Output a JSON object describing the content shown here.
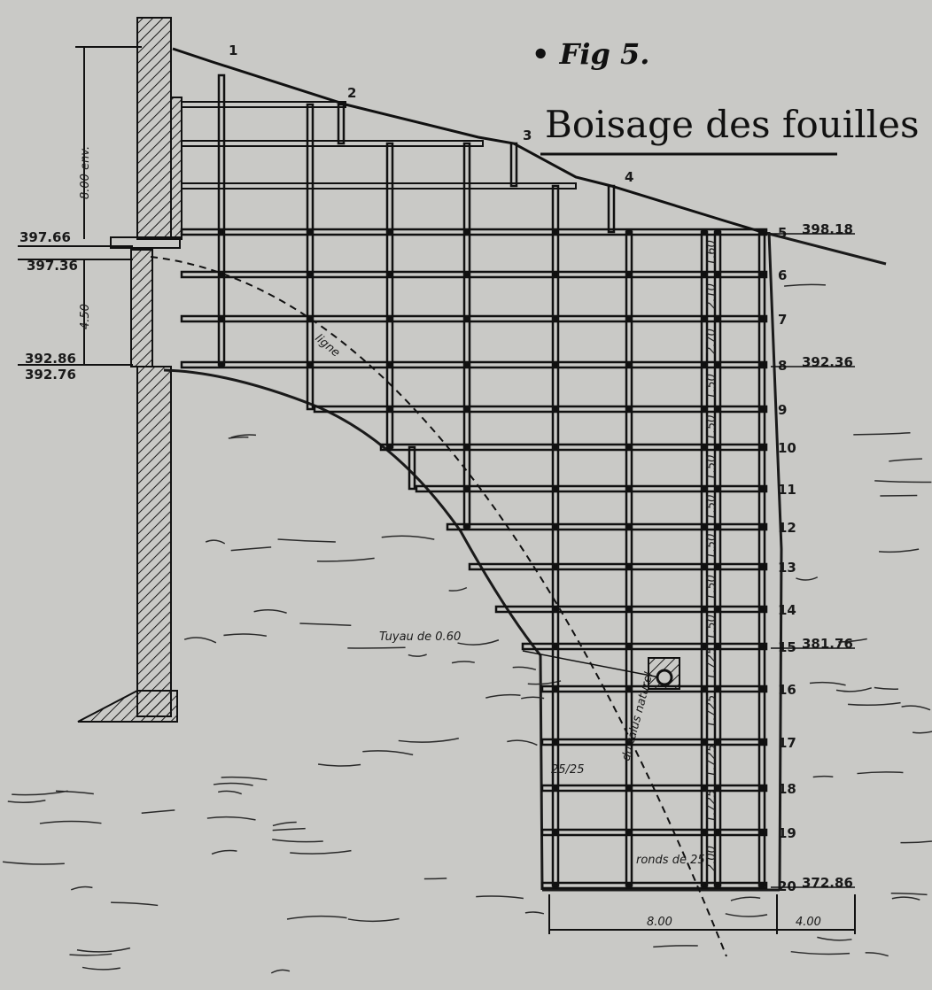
{
  "figure_label": "• Fig 5.",
  "title": "Boisage des fouilles",
  "colors": {
    "paper": "#c9c9c6",
    "ink": "#1a1a1a"
  },
  "left_elevations": [
    "397.66",
    "397.36",
    "392.86",
    "392.76"
  ],
  "left_dims": {
    "upper": "8.00 env.",
    "lower": "4.50"
  },
  "top_struts": [
    "1",
    "2",
    "3",
    "4"
  ],
  "right_levels": [
    {
      "n": "5",
      "elev": "398.18"
    },
    {
      "n": "6",
      "elev": ""
    },
    {
      "n": "7",
      "elev": ""
    },
    {
      "n": "8",
      "elev": "392.36"
    },
    {
      "n": "9",
      "elev": ""
    },
    {
      "n": "10",
      "elev": ""
    },
    {
      "n": "11",
      "elev": ""
    },
    {
      "n": "12",
      "elev": ""
    },
    {
      "n": "13",
      "elev": ""
    },
    {
      "n": "14",
      "elev": ""
    },
    {
      "n": "15",
      "elev": "381.76"
    },
    {
      "n": "16",
      "elev": ""
    },
    {
      "n": "17",
      "elev": ""
    },
    {
      "n": "18",
      "elev": ""
    },
    {
      "n": "19",
      "elev": ""
    },
    {
      "n": "20",
      "elev": "372.86"
    }
  ],
  "spacings": [
    "1.60",
    "2.10",
    "2.70",
    "1.50",
    "1.50",
    "1.50",
    "1.50",
    "1.50",
    "1.50",
    "1.50",
    "1.725",
    "1.725",
    "1.725",
    "1.725",
    "2.00"
  ],
  "annotations": {
    "ligne": "ligne",
    "talus": "du talus naturel",
    "tuyau": "Tuyau de 0.60",
    "section": "25/25",
    "rond": "ronds de 25"
  },
  "bottom_dims": {
    "width": "8.00",
    "extra": "4.00"
  }
}
